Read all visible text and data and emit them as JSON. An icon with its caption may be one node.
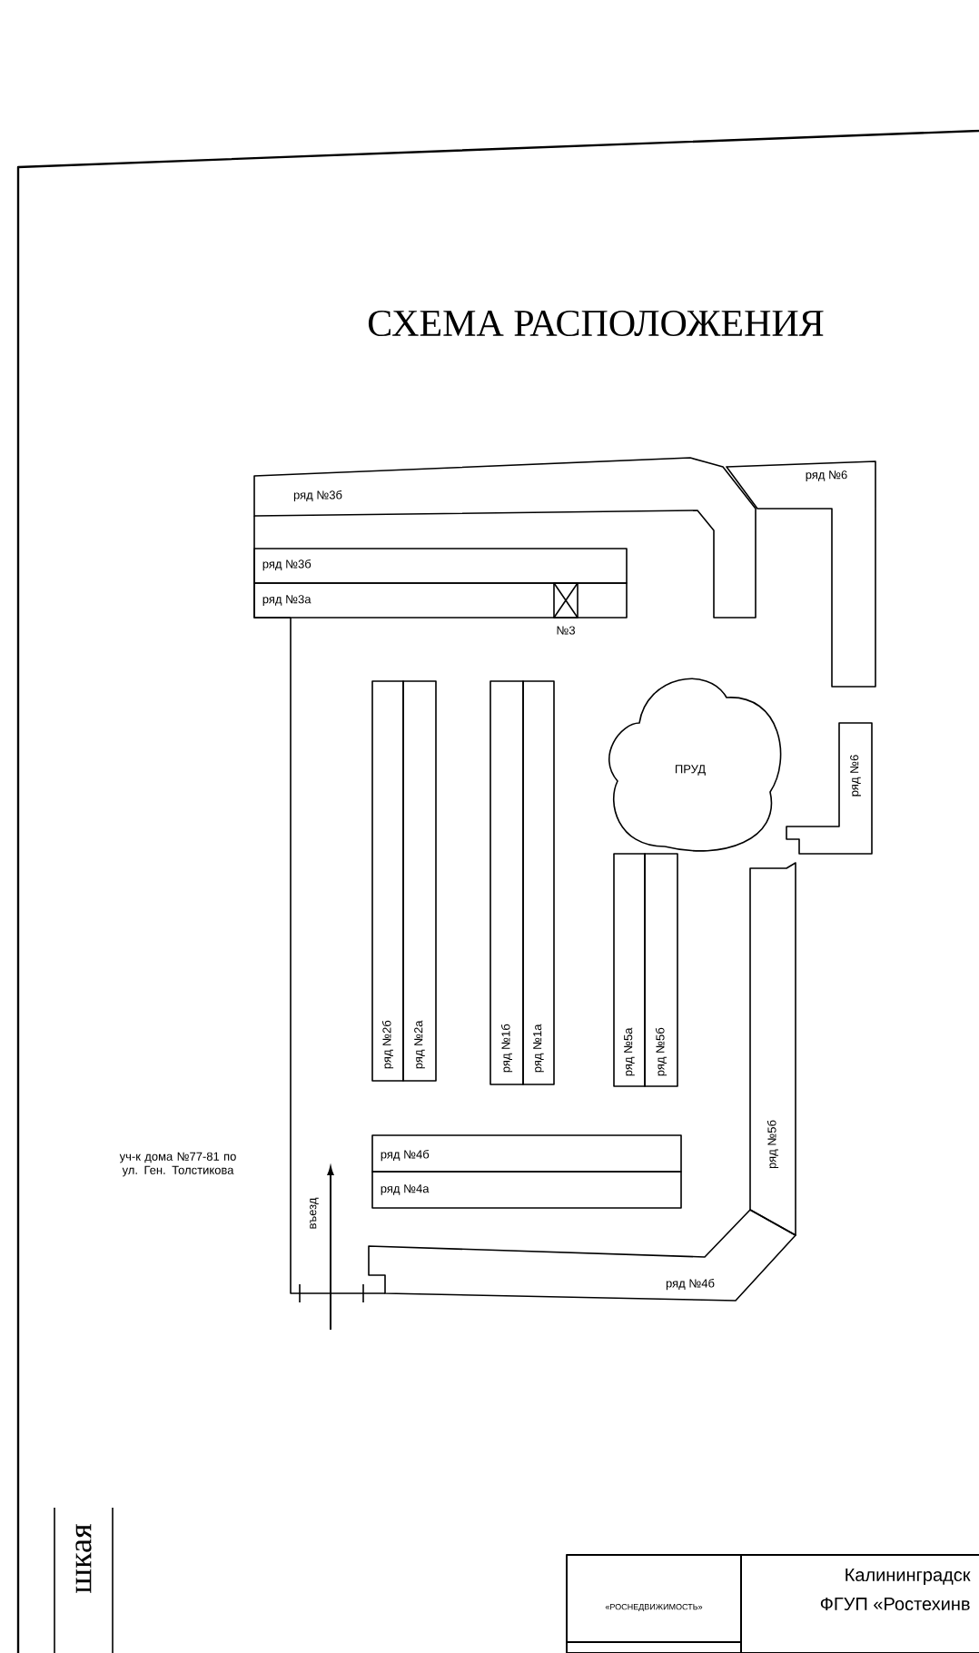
{
  "diagram": {
    "title": "СХЕМА РАСПОЛОЖЕНИЯ",
    "nodes": [
      {
        "text": [
          "ряд №3б"
        ]
      },
      {
        "text": [
          "ряд №6"
        ]
      },
      {
        "text": [
          "ряд №3б"
        ]
      },
      {
        "text": [
          "ряд №3а"
        ]
      },
      {
        "text": [],
        "shape": "box",
        "in": 3,
        "beside": [
          "№3"
        ]
      },
      {
        "text": [
          "ряд №2б"
        ]
      },
      {
        "text": [
          "ряд №2а"
        ]
      },
      {
        "text": [
          "ряд №1б"
        ]
      },
      {
        "text": [
          "ряд №1а"
        ]
      },
      {
        "text": [
          "ПРУД"
        ]
      },
      {
        "text": [
          "ряд №5а"
        ]
      },
      {
        "text": [
          "ряд №5б"
        ]
      },
      {
        "text": [
          "ряд №6"
        ]
      },
      {
        "text": [
          "ряд №5б"
        ]
      },
      {
        "text": [
          "ряд №4б"
        ]
      },
      {
        "text": [
          "ряд №4б"
        ]
      },
      {
        "text": [
          "ряд №4а"
        ]
      }
    ],
    "labels": [
      "уч-к дома №77-81 по ул. Ген. Толстикова",
      "въезд",
      "шкая",
      "«РОСНЕДВИЖИМОСТЬ»",
      "Калининградск",
      "ФГУП «Ростехинв"
    ]
  }
}
